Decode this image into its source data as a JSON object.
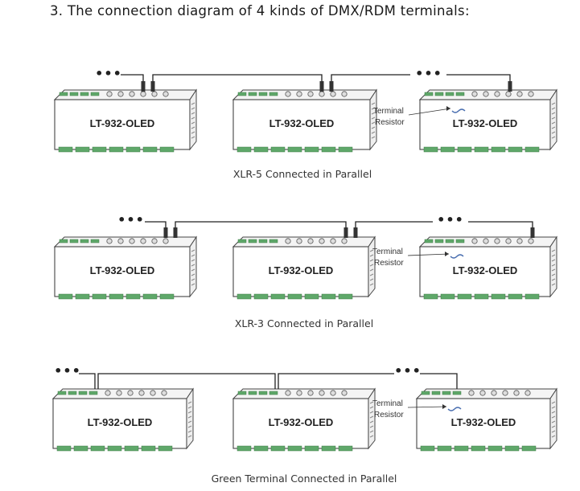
{
  "heading": "3. The connection diagram of 4 kinds of DMX/RDM terminals:",
  "device_label": "LT-932-OLED",
  "terminal_label_line1": "Terminal",
  "terminal_label_line2": "Resistor",
  "ellipsis": "•••",
  "rows": [
    {
      "caption": "XLR-5 Connected in Parallel"
    },
    {
      "caption": "XLR-3 Connected in Parallel"
    },
    {
      "caption": "Green Terminal Connected in Parallel"
    }
  ],
  "colors": {
    "terminal_green": "#5fa86a",
    "device_outline": "#444444"
  }
}
